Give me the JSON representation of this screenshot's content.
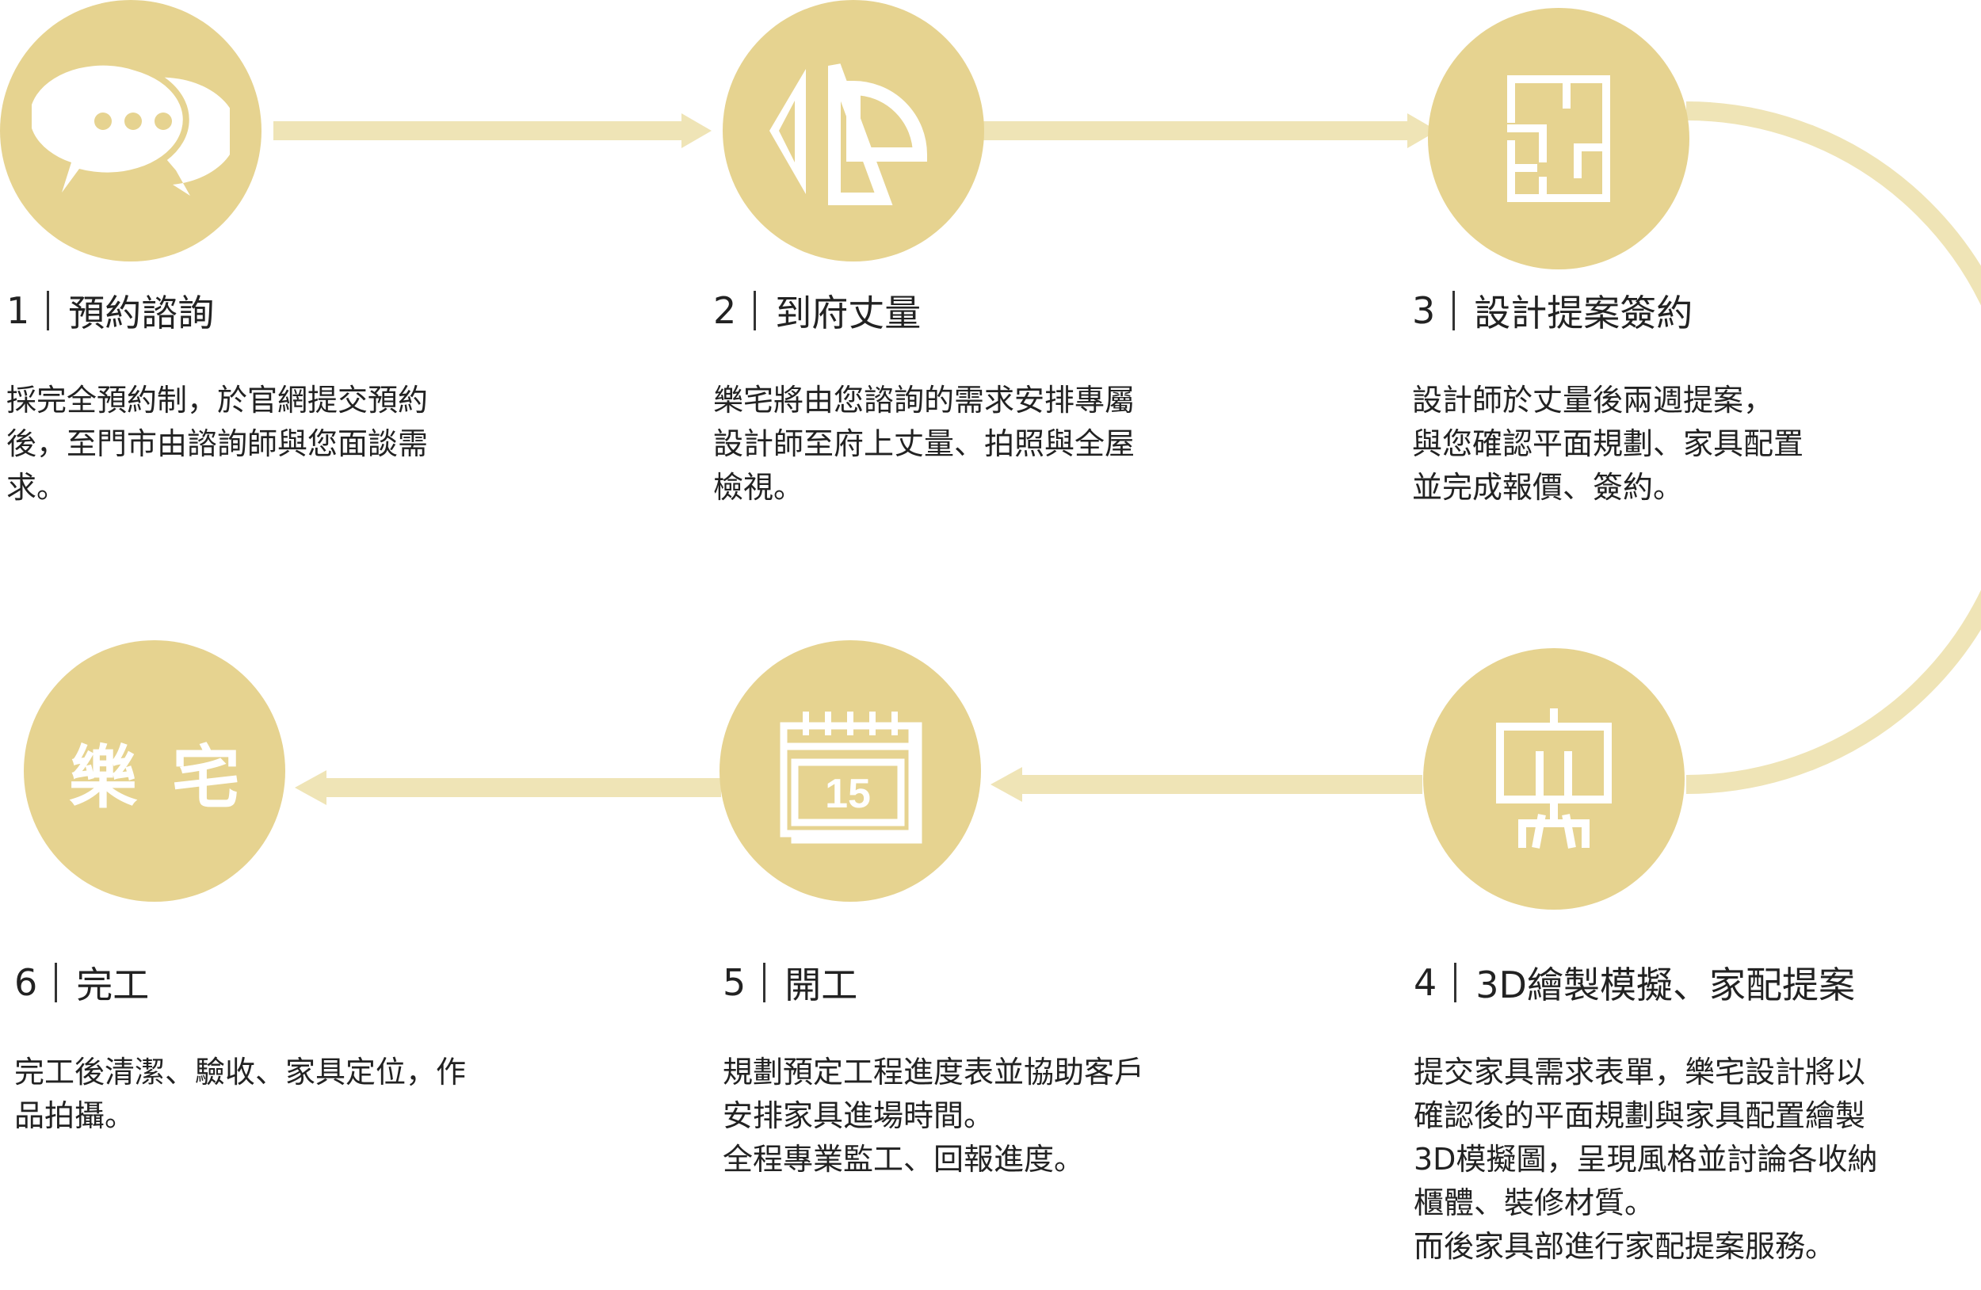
{
  "colors": {
    "circle": "#e6d390",
    "connector": "#efe4b6",
    "icon": "#ffffff"
  },
  "steps": [
    {
      "number": "1",
      "title": "預約諮詢",
      "icon": "chat-bubbles-icon",
      "description": "採完全預約制，於官網提交預約\n後，至門市由諮詢師與您面談需\n求。"
    },
    {
      "number": "2",
      "title": "到府丈量",
      "icon": "drafting-triangles-icon",
      "description": "樂宅將由您諮詢的需求安排專屬\n設計師至府上丈量、拍照與全屋\n檢視。"
    },
    {
      "number": "3",
      "title": "設計提案簽約",
      "icon": "floor-plan-icon",
      "description": "設計師於丈量後兩週提案，\n與您確認平面規劃、家具配置\n並完成報價、簽約。"
    },
    {
      "number": "4",
      "title": "3D繪製模擬、家配提案",
      "icon": "presentation-easel-icon",
      "description": "提交家具需求表單，樂宅設計將以\n確認後的平面規劃與家具配置繪製\n3D模擬圖，呈現風格並討論各收納\n櫃體、裝修材質。\n而後家具部進行家配提案服務。"
    },
    {
      "number": "5",
      "title": "開工",
      "icon": "calendar-icon",
      "calendar_day": "15",
      "description": "規劃預定工程進度表並協助客戶\n安排家具進場時間。\n全程專業監工、回報進度。"
    },
    {
      "number": "6",
      "title": "完工",
      "icon": "brand-logo",
      "logo_text": "樂宅",
      "description": "完工後清潔、驗收、家具定位，作\n品拍攝。"
    }
  ]
}
